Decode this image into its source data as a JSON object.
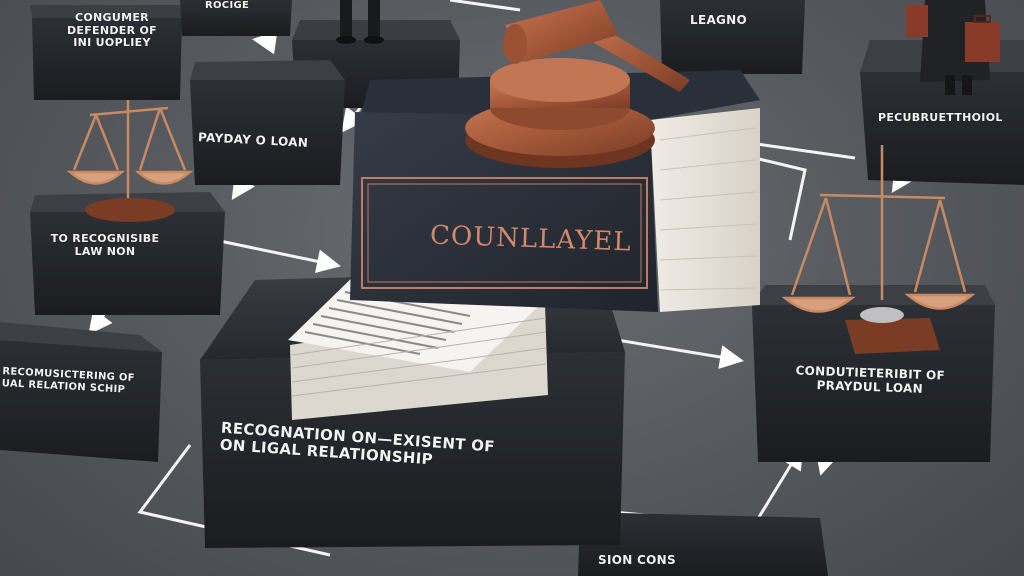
{
  "labels": {
    "consumer_defender": [
      "CONGUMER",
      "DEFENDER OF",
      "INI UOPLIEY"
    ],
    "top_small": "ROCIGE",
    "top_right": "LEAGNO",
    "payday_loan": "PAYDAY O LOAN",
    "recognisable": [
      "TO RECOGNISIBE",
      "LAW NON"
    ],
    "right_top": "PECUBRUETTHOIOL",
    "left_bottom": [
      "RECOMUSICTERING OF",
      "UAL RELATION SCHIP"
    ],
    "main_box": [
      "RECOGNATION ON—EXISENT OF",
      "ON LIGAL RELATIONSHIP"
    ],
    "right_box": [
      "CONDUTIETERIBIT OF",
      "PRAYDUL LOAN"
    ],
    "bottom_center": "SION CONS",
    "book_title": "COUNLLAYEL"
  },
  "colors": {
    "background": "#5a5d62",
    "box_top": "#2b2e33",
    "box_side": "#1d2024",
    "book_cover": "#2b3039",
    "gavel_wood": "#a4593a",
    "scales_copper": "#c88a63",
    "arrow": "#ffffff"
  },
  "icons": [
    "gavel-icon",
    "law-book-icon",
    "scales-of-justice-icon",
    "paper-stack-icon",
    "figure-icon",
    "briefcase-icon"
  ]
}
